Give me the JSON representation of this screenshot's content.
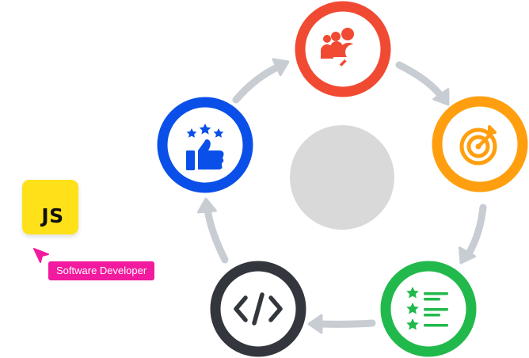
{
  "diagram": {
    "nodes": [
      {
        "id": "team",
        "icon": "team-search-icon",
        "color": "#F04A33"
      },
      {
        "id": "target",
        "icon": "target-icon",
        "color": "#FF9F0F"
      },
      {
        "id": "review",
        "icon": "star-checklist-icon",
        "color": "#22B94C"
      },
      {
        "id": "code",
        "icon": "code-icon",
        "color": "#33363D"
      },
      {
        "id": "feedback",
        "icon": "thumbs-up-stars-icon",
        "color": "#0A4FE8"
      }
    ],
    "center_color": "#D9D9D9",
    "arrow_color": "#C8CDD3"
  },
  "badge": {
    "text": "JS",
    "color": "#FFE11A"
  },
  "tag": {
    "label": "Software Developer",
    "color": "#F21A9E"
  }
}
